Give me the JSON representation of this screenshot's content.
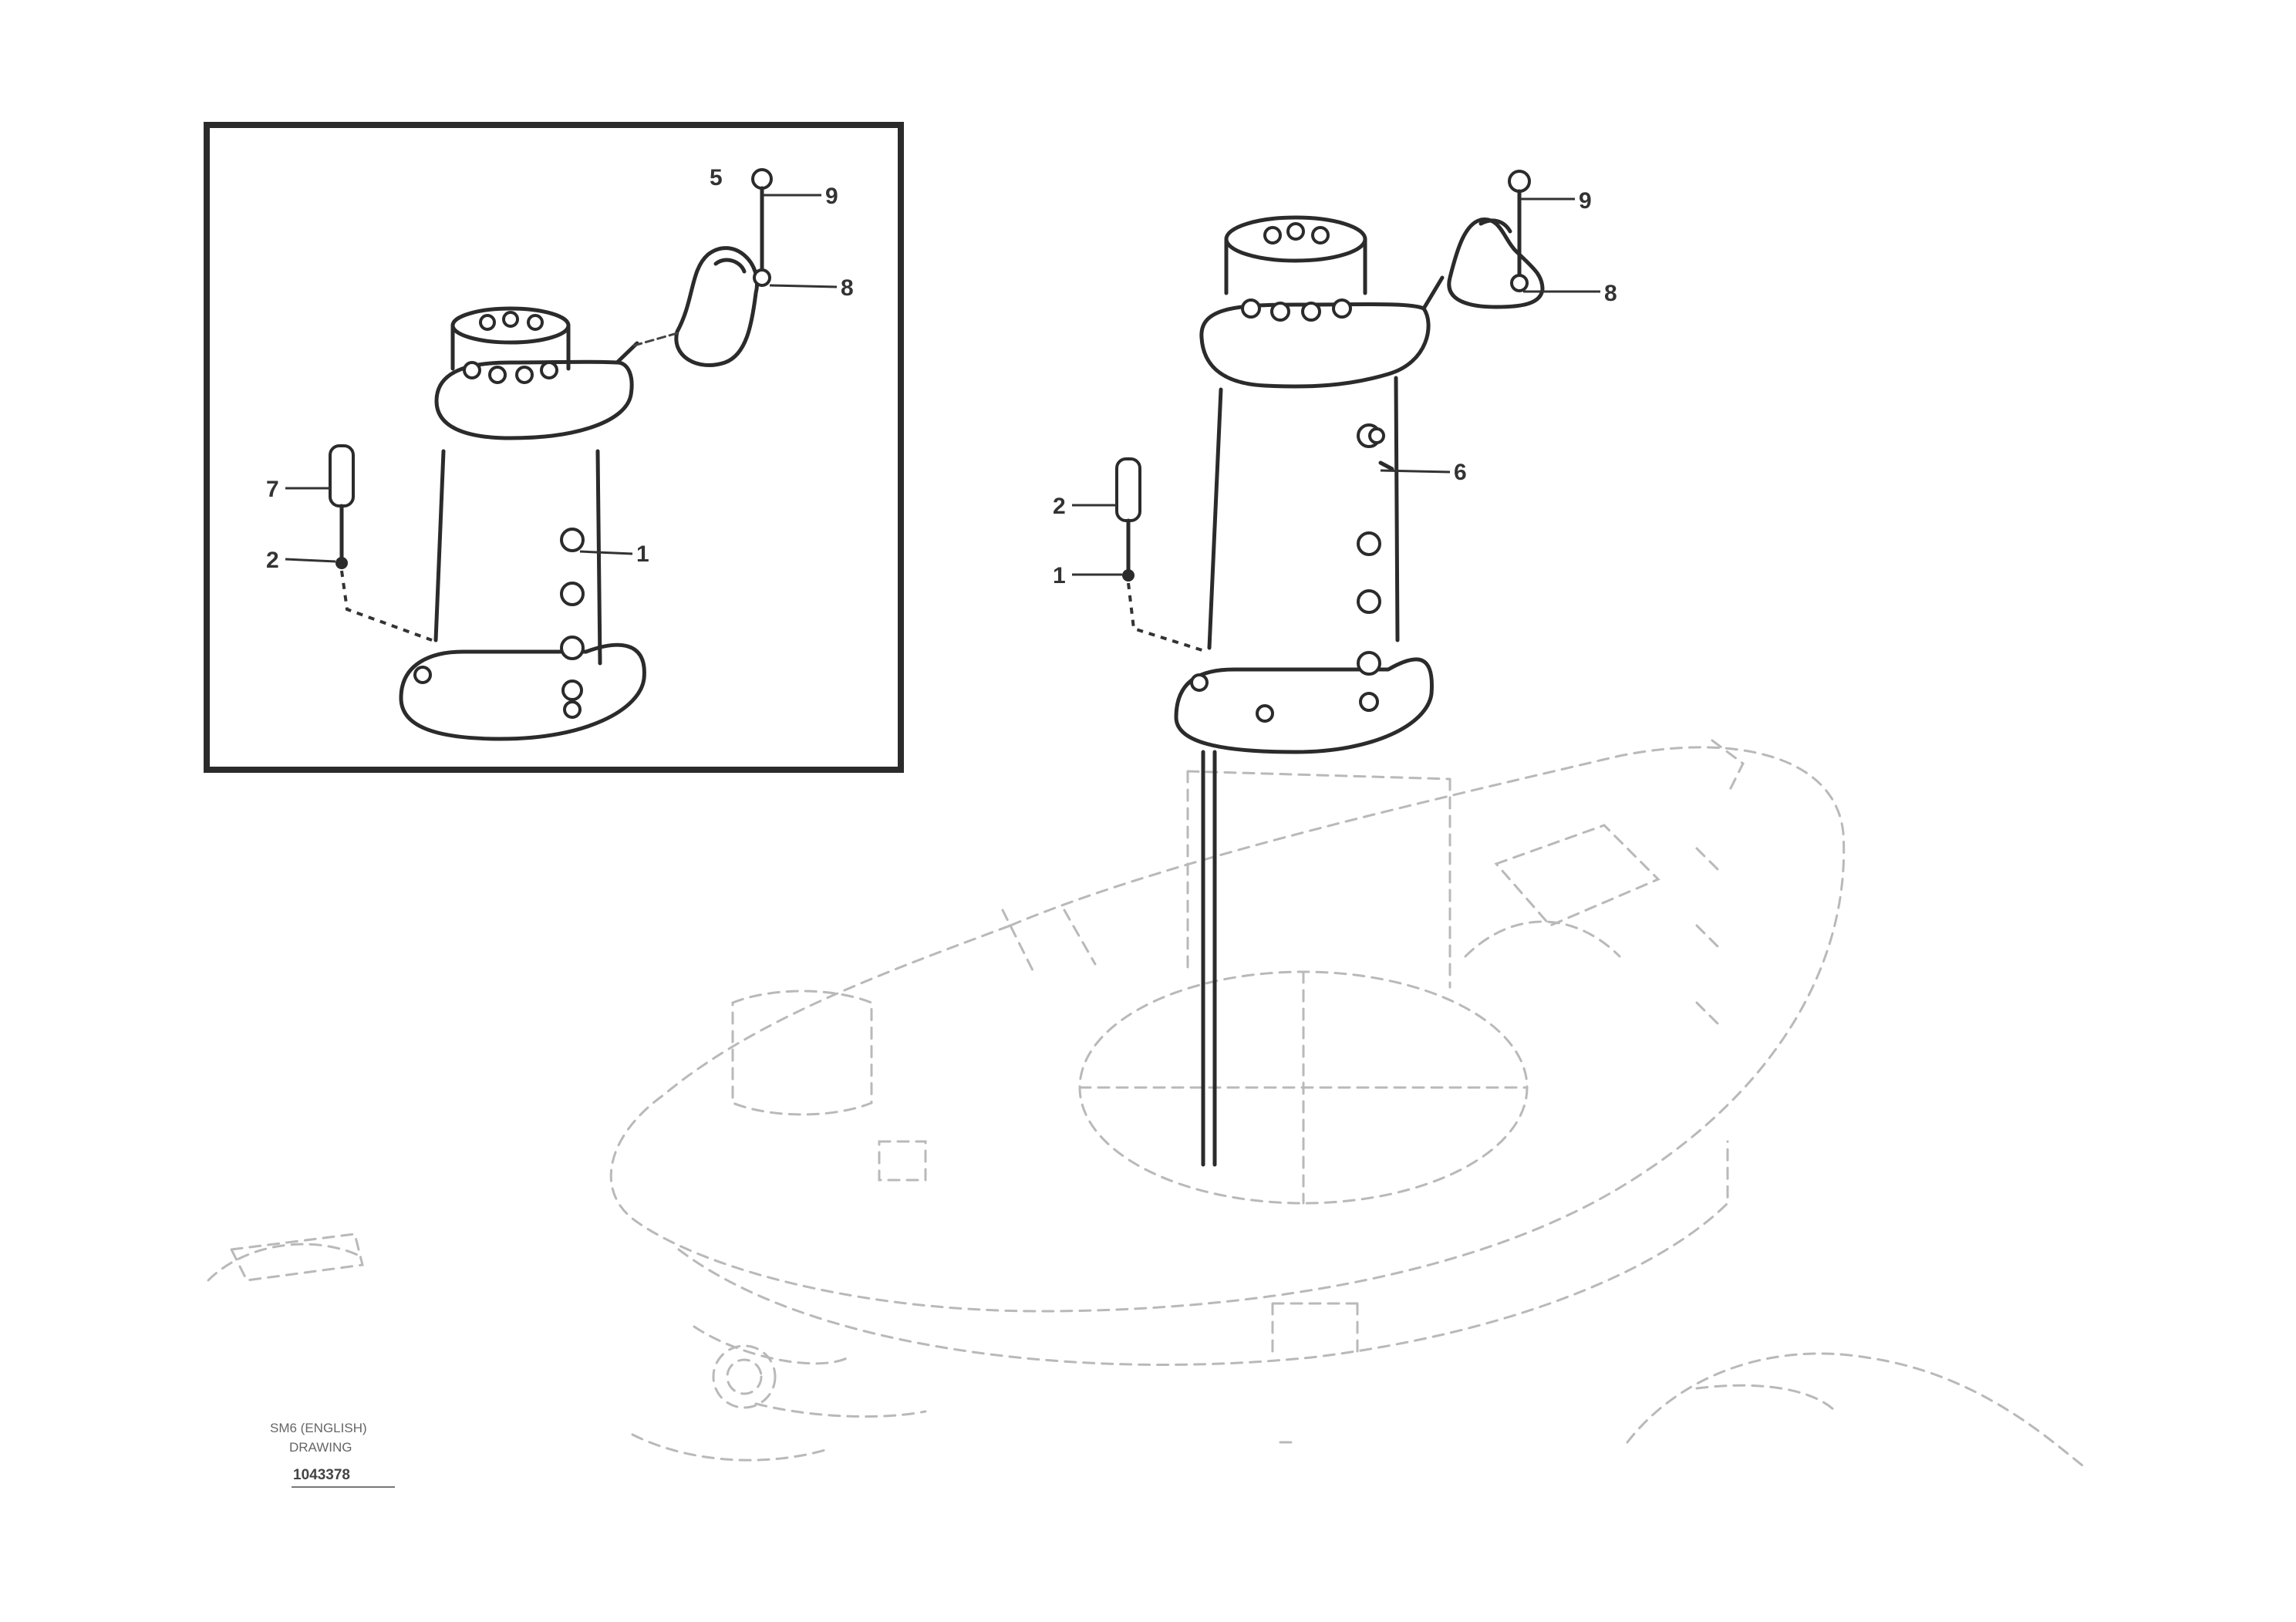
{
  "callouts": {
    "inset": [
      "9",
      "8",
      "7",
      "2",
      "1",
      "5"
    ],
    "main": [
      "9",
      "8",
      "6",
      "2",
      "1"
    ]
  },
  "reference": {
    "line1": "SM6 (ENGLISH)",
    "line2": "DRAWING",
    "code": "1043378"
  }
}
